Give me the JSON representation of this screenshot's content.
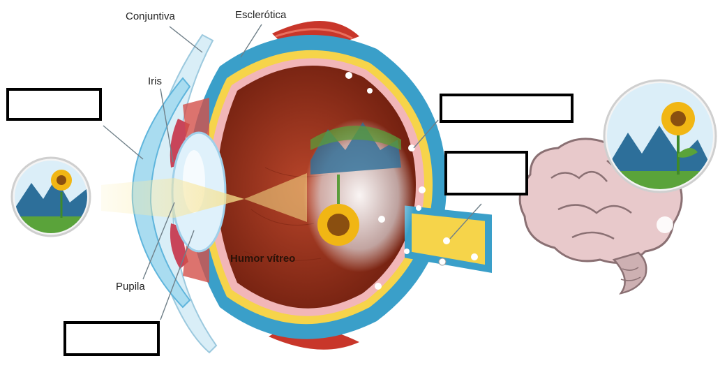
{
  "labels": {
    "conjuntiva": "Conjuntiva",
    "esclerotica": "Esclerótica",
    "iris": "Iris",
    "pupila": "Pupila",
    "humor_vitreo": "Humor vítreo"
  },
  "blanks": {
    "cornea_blank": "",
    "retina_blank": "",
    "optic_nerve_blank": "",
    "lens_blank": ""
  },
  "colors": {
    "sclera": "#3a9fc9",
    "sclera_dark": "#1f6f9a",
    "retina": "#f6d44a",
    "vitreous": "#9a3018",
    "choroid": "#f2b6b8",
    "cornea": "#a9dcf0",
    "muscle": "#c8362a",
    "brain": "#e8c9cb",
    "light_beam": "#f7e49a"
  },
  "icons": [
    "sunflower-scene-icon",
    "brain-icon",
    "eye-cross-section-icon"
  ]
}
